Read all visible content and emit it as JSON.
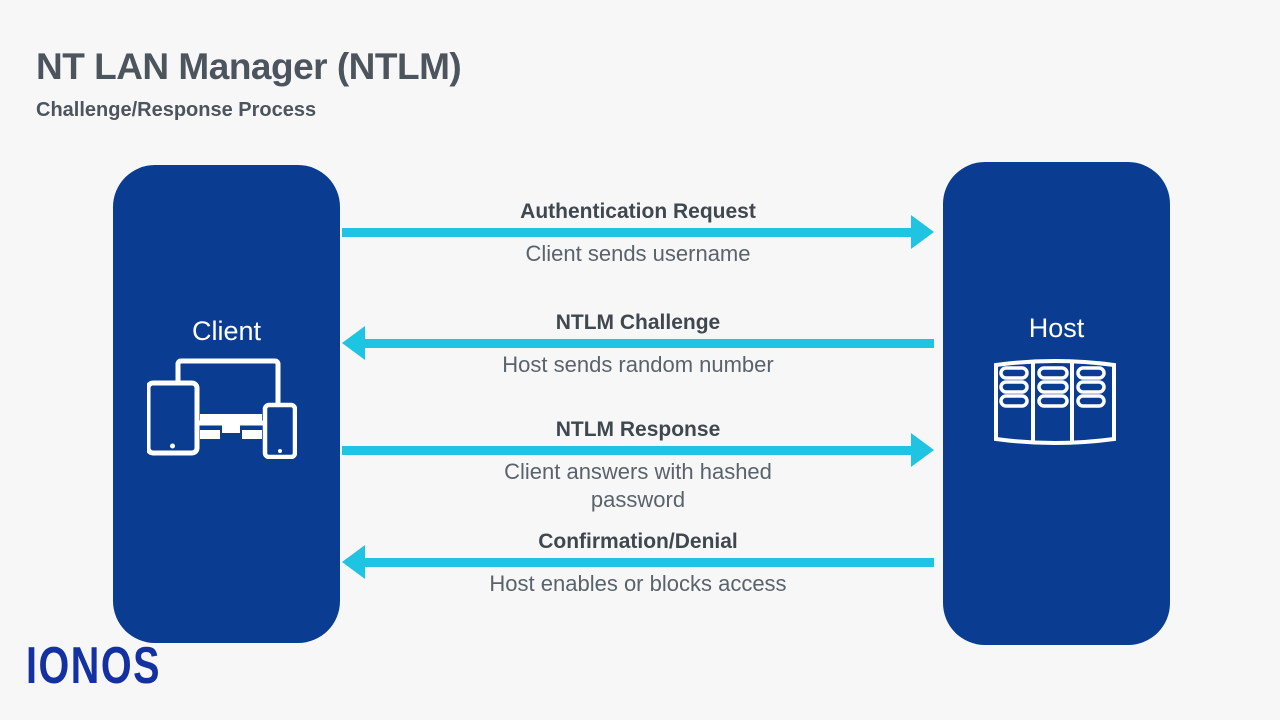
{
  "title": "NT LAN Manager (NTLM)",
  "subtitle": "Challenge/Response Process",
  "nodes": {
    "client": {
      "label": "Client",
      "icon": "devices-icon"
    },
    "host": {
      "label": "Host",
      "icon": "server-rack-icon"
    }
  },
  "flows": [
    {
      "label": "Authentication Request",
      "description": "Client sends username",
      "direction": "right",
      "from": "Client",
      "to": "Host"
    },
    {
      "label": "NTLM Challenge",
      "description": "Host sends random number",
      "direction": "left",
      "from": "Host",
      "to": "Client"
    },
    {
      "label": "NTLM Response",
      "description": "Client answers with hashed password",
      "direction": "right",
      "from": "Client",
      "to": "Host"
    },
    {
      "label": "Confirmation/Denial",
      "description": "Host enables or blocks access",
      "direction": "left",
      "from": "Host",
      "to": "Client"
    }
  ],
  "logo": "IONOS",
  "colors": {
    "background": "#f7f7f8",
    "node_fill": "#0a3d91",
    "arrow": "#1fc4e2",
    "title_text": "#4c555d",
    "flow_label_text": "#3f484f",
    "flow_description_text": "#5a636b",
    "logo_text": "#1331a0"
  }
}
